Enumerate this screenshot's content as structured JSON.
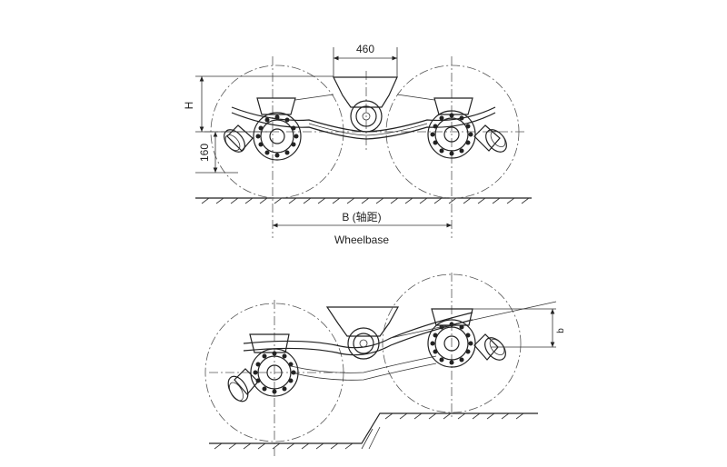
{
  "diagram": {
    "top_view": {
      "dim_spacing": "460",
      "dim_height": "H",
      "dim_offset": "160",
      "dim_wheelbase": "B (轴距)",
      "wheelbase_caption": "Wheelbase"
    },
    "bottom_view": {
      "dim_travel": "b"
    }
  }
}
